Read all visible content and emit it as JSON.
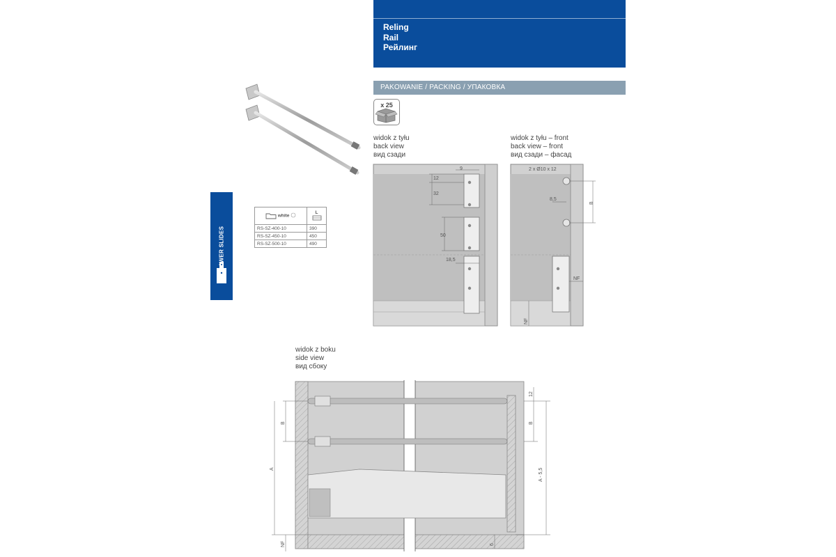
{
  "header": {
    "title_pl": "Reling",
    "title_en": "Rail",
    "title_ru": "Рейлинг"
  },
  "packing": {
    "label": "PAKOWANIE / PACKING / УПАКОВКА",
    "count": "x 25"
  },
  "sidebar": {
    "label": "DRAWER SLIDES"
  },
  "table": {
    "color_label": "white",
    "length_label": "L",
    "rows": [
      {
        "code": "RS-SZ-400-10",
        "length": "390"
      },
      {
        "code": "RS-SZ-450-10",
        "length": "450"
      },
      {
        "code": "RS-SZ-500-10",
        "length": "490"
      }
    ]
  },
  "back_view": {
    "caption_pl": "widok z tyłu",
    "caption_en": "back view",
    "caption_ru": "вид сзади",
    "dims": {
      "d9": "9",
      "d12": "12",
      "d32": "32",
      "d50": "50",
      "d18_5": "18,5"
    }
  },
  "front_view": {
    "caption_pl": "widok z tyłu – front",
    "caption_en": "back view – front",
    "caption_ru": "вид сзади – фасад",
    "dims": {
      "holes": "2 x Ø10 x 12",
      "d8_5": "8,5",
      "B": "B",
      "NF": "NF",
      "NF2": "NF"
    }
  },
  "side_view": {
    "caption_pl": "widok z boku",
    "caption_en": "side view",
    "caption_ru": "вид сбоку",
    "dims": {
      "B": "B",
      "A": "A",
      "NF": "NF",
      "d12": "12",
      "B2": "B",
      "A_minus": "A - 5,5",
      "d6": "6"
    }
  },
  "colors": {
    "brand_blue": "#0a4d9c",
    "packing_bar": "#8aa0b1",
    "panel_gray": "#cfcfcf"
  }
}
